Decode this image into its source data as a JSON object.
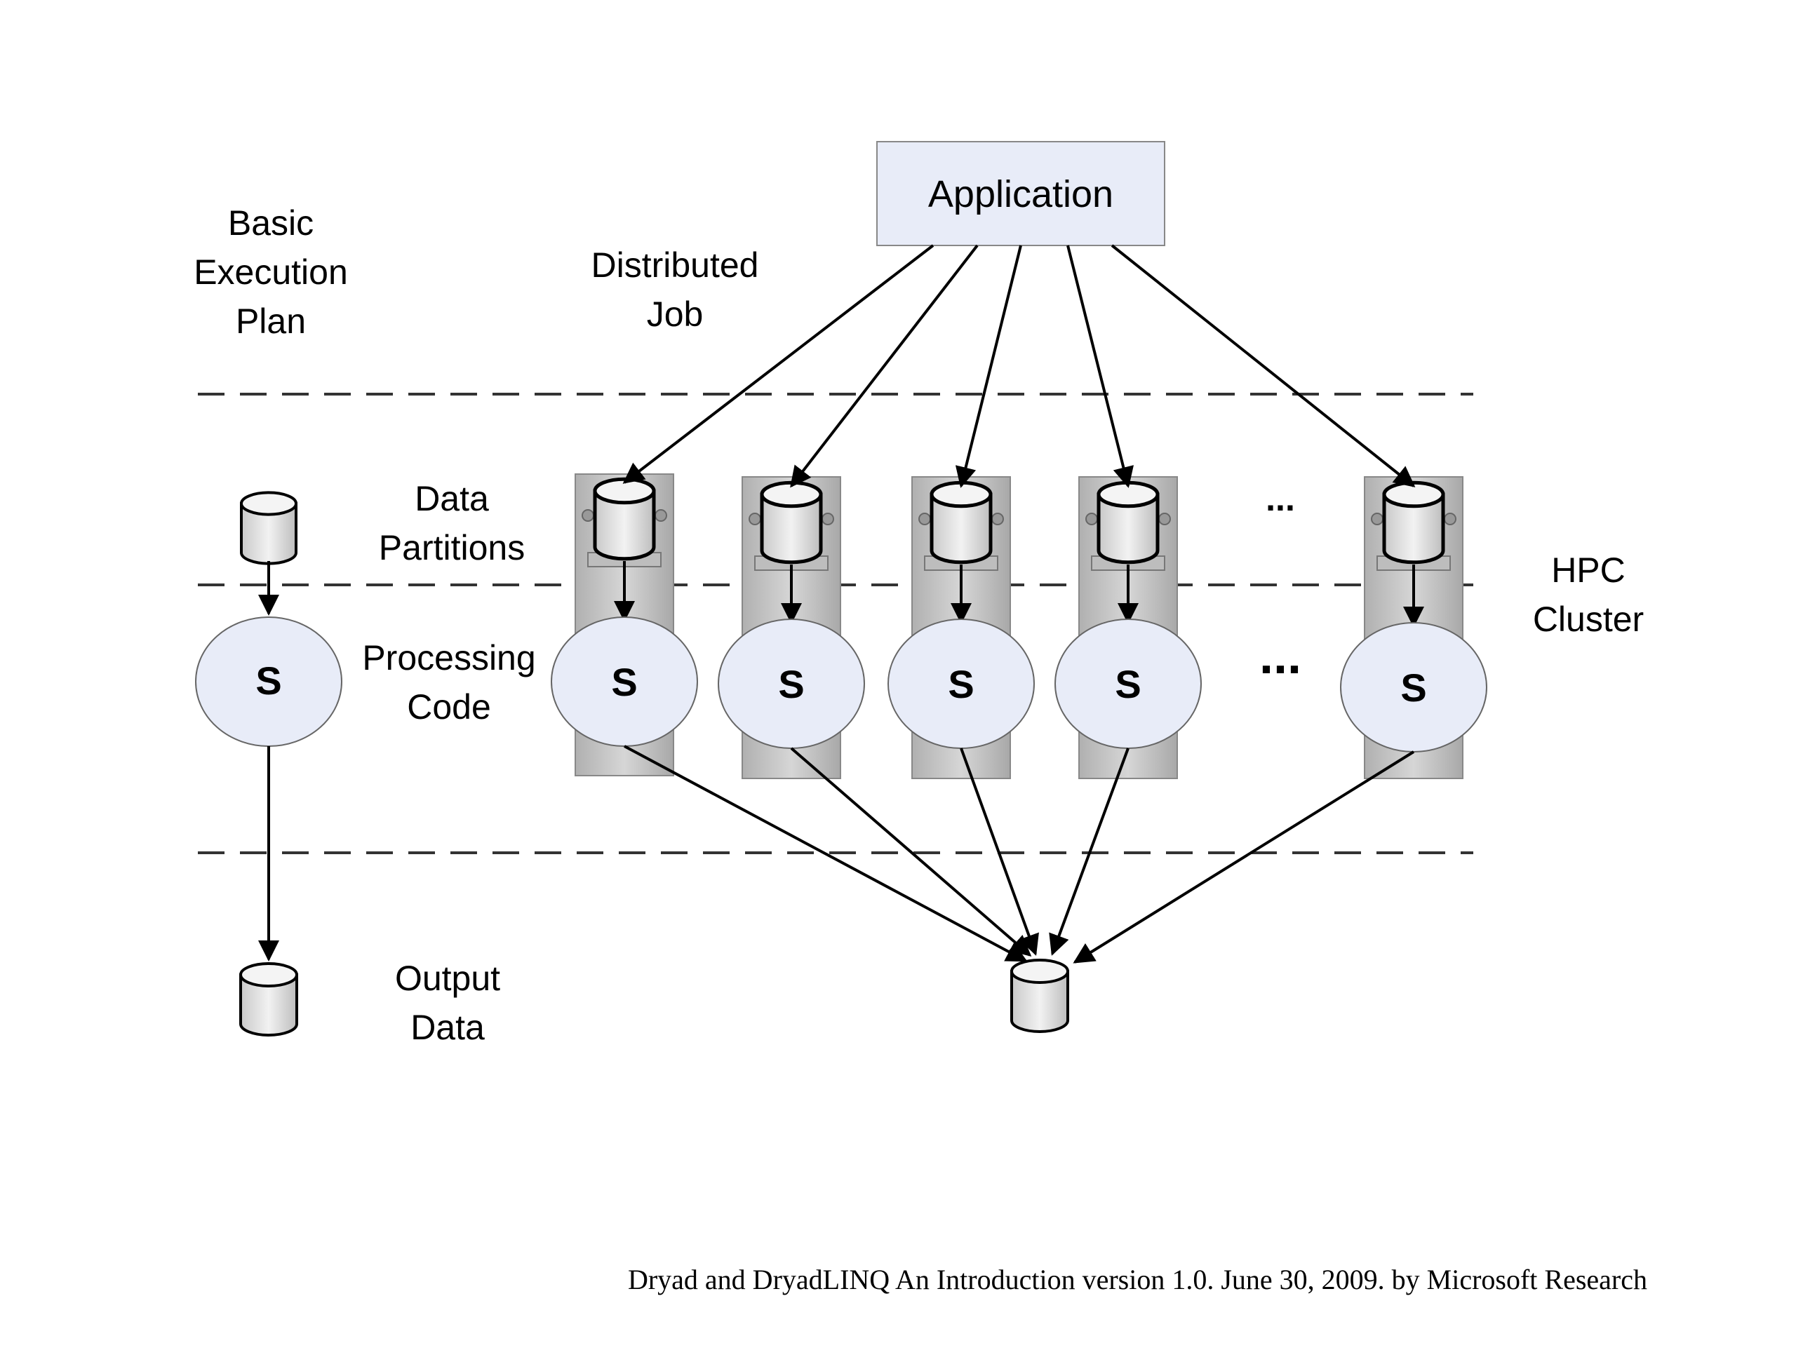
{
  "labels": {
    "basic_execution_plan": [
      "Basic",
      "Execution",
      "Plan"
    ],
    "distributed_job": [
      "Distributed",
      "Job"
    ],
    "data_partitions": [
      "Data",
      "Partitions"
    ],
    "processing_code": [
      "Processing",
      "Code"
    ],
    "output_data": [
      "Output",
      "Data"
    ],
    "hpc_cluster": [
      "HPC",
      "Cluster"
    ]
  },
  "application": {
    "label": "Application"
  },
  "node_label": "S",
  "ellipsis_top": "...",
  "ellipsis_mid": "...",
  "footer": "Dryad and DryadLINQ An Introduction  version 1.0.  June 30, 2009.   by Microsoft Research",
  "colors": {
    "application_fill": "#e8ecf8",
    "node_fill": "#e8ecf8",
    "server_fill": "#c8c8c8",
    "db_fill": "#e9e9e9",
    "stroke": "#000000"
  }
}
